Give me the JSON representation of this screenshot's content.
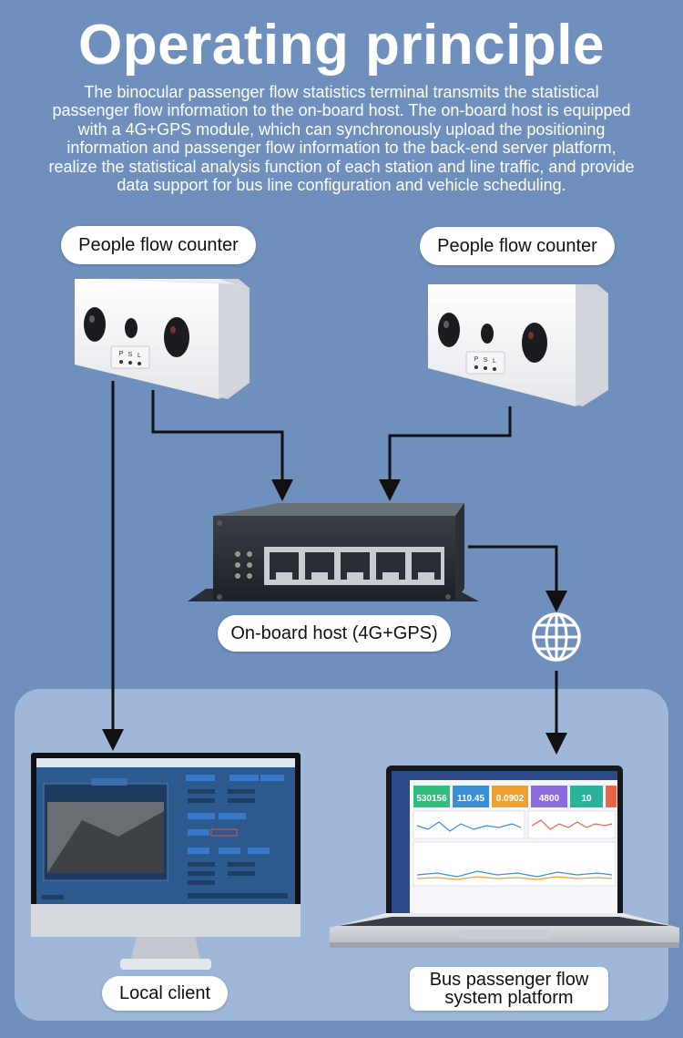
{
  "title": "Operating principle",
  "description": "The binocular passenger flow statistics terminal transmits the statistical passenger flow information to the on-board host. The on-board host is equipped with a 4G+GPS module, which can synchronously upload the positioning information and passenger flow information to the back-end server platform, realize the statistical analysis function of each station and line traffic, and provide data support for bus line configuration and vehicle scheduling.",
  "labels": {
    "counter_left": "People flow counter",
    "counter_right": "People flow counter",
    "host": "On-board host (4G+GPS)",
    "local_client": "Local client",
    "platform_line1": "Bus passenger flow",
    "platform_line2": "system platform"
  },
  "device_markings": [
    "P",
    "S",
    "L"
  ],
  "dashboard_stats": [
    "530156",
    "110.45",
    "0.0902",
    "4800",
    "10"
  ],
  "colors": {
    "background": "#6f8fbd",
    "panel": "#9fb7d8",
    "arrow": "#111111",
    "stat_green": "#2ebd7a",
    "stat_blue": "#3a8fd9",
    "stat_orange": "#f0a030",
    "stat_purple": "#8a6be0",
    "stat_teal": "#29b39a"
  },
  "icons": [
    "globe-icon",
    "camera-lens-icon",
    "ethernet-port-icon"
  ]
}
